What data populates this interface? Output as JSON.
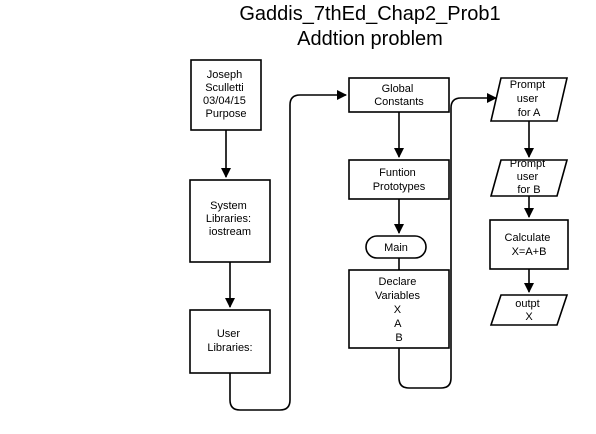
{
  "title": {
    "line1": "Gaddis_7thEd_Chap2_Prob1",
    "line2": "Addtion problem"
  },
  "nodes": {
    "header": {
      "lines": [
        "Joseph",
        "Sculletti",
        "03/04/15",
        "Purpose"
      ]
    },
    "system_libraries": {
      "lines": [
        "System",
        "Libraries:",
        "iostream"
      ]
    },
    "user_libraries": {
      "lines": [
        "User",
        "Libraries:"
      ]
    },
    "global_constants": {
      "lines": [
        "Global",
        "Constants"
      ]
    },
    "function_prototypes": {
      "lines": [
        "Funtion",
        "Prototypes"
      ]
    },
    "main": {
      "lines": [
        "Main"
      ]
    },
    "declare_variables": {
      "lines": [
        "Declare",
        "Variables",
        "X",
        "A",
        "B"
      ]
    },
    "prompt_a": {
      "lines": [
        "Prompt",
        "user",
        "for A"
      ]
    },
    "prompt_b": {
      "lines": [
        "Prompt",
        "user",
        "for B"
      ]
    },
    "calculate": {
      "lines": [
        "Calculate",
        "X=A+B"
      ]
    },
    "output": {
      "lines": [
        "outpt",
        "X"
      ]
    }
  }
}
